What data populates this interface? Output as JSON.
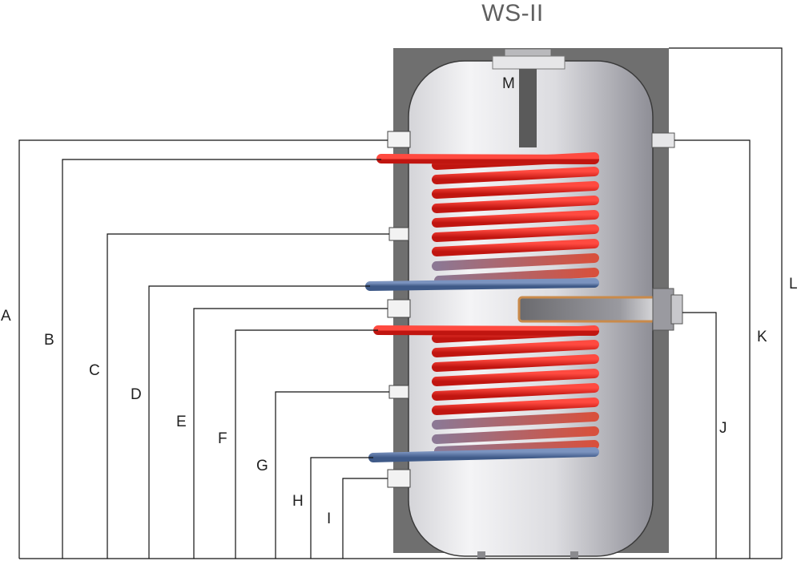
{
  "title": "WS-II",
  "labels": {
    "A": "A",
    "B": "B",
    "C": "C",
    "D": "D",
    "E": "E",
    "F": "F",
    "G": "G",
    "H": "H",
    "I": "I",
    "J": "J",
    "K": "K",
    "L": "L",
    "M": "M"
  },
  "colors": {
    "insulation": "#6f6f6f",
    "tank_light": "#f1f1f3",
    "tank_dark": "#9a9aa2",
    "coil_hot": "#e8221c",
    "coil_cold": "#5b77a6",
    "lines": "#111111",
    "anode": "#5a5a5a"
  }
}
